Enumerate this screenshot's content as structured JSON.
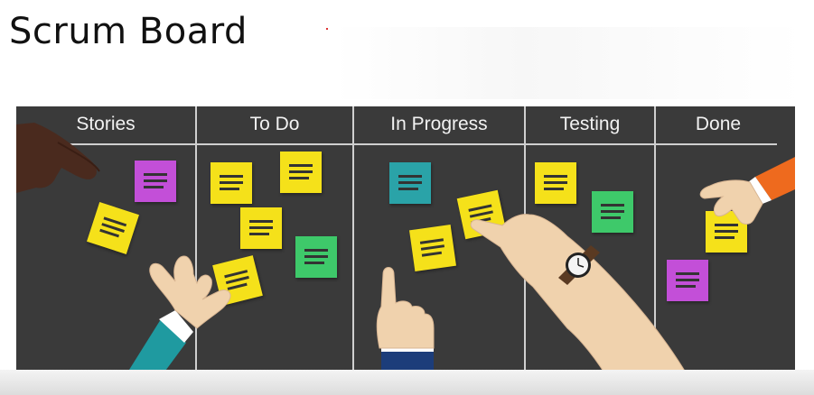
{
  "title": "Scrum Board",
  "board": {
    "columns": [
      "Stories",
      "To Do",
      "In Progress",
      "Testing",
      "Done"
    ]
  },
  "colors": {
    "board": "#3a3a3a",
    "yellow": "#f5e11a",
    "magenta": "#c34fd8",
    "teal": "#2aa3a8",
    "green": "#3ec96a",
    "skin": "#f0d2ad",
    "dark_skin": "#4a2a1e",
    "cuff_teal": "#1f9aa0",
    "cuff_orange": "#ee6a1e",
    "cuff_navy": "#1c3d7a",
    "watch": "#5a3a22"
  },
  "icons": [
    "pointing-hand-icon",
    "grabbing-hand-icon",
    "wristwatch-icon",
    "sticky-note-icon"
  ]
}
